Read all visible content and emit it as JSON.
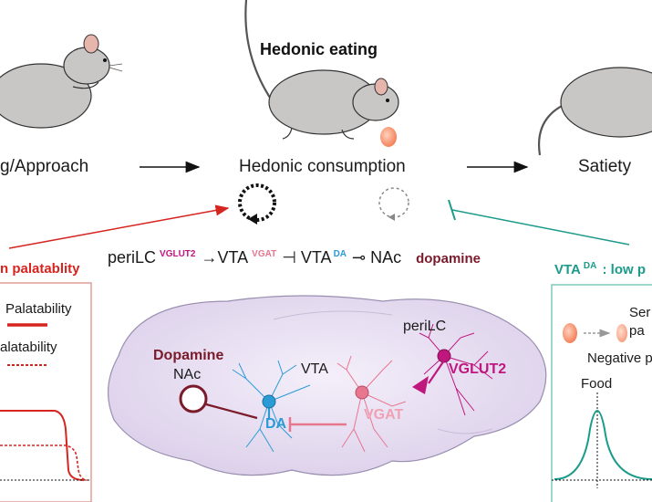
{
  "stages": {
    "approach": "g/Approach",
    "hedonic": "Hedonic consumption",
    "satiety": "Satiety"
  },
  "title": "Hedonic eating",
  "left_panel": {
    "title": "n palatablity",
    "legend_high": "Palatability",
    "legend_low": "alatability"
  },
  "right_panel": {
    "title": "VTA",
    "title_sup": "DA",
    "title_suffix": ": low p",
    "line1": "Ser",
    "line2": "pa",
    "line3": "Negative p",
    "food": "Food"
  },
  "pathway": {
    "part1": "periLC",
    "sup1": "VGLUT2",
    "part2": "→VTA",
    "sup2": "VGAT",
    "part3": "⊣ VTA",
    "sup3": "DA",
    "part4": "⊸ NAc",
    "dopamine": "dopamine"
  },
  "brain": {
    "dopamine": "Dopamine",
    "nac": "NAc",
    "vta": "VTA",
    "perilc": "periLC",
    "da": "DA",
    "vgat": "VGAT",
    "vglut2": "VGLUT2"
  },
  "colors": {
    "red": "#d6241f",
    "teal": "#1b9b8a",
    "magenta": "#c0177f",
    "pink": "#e8768f",
    "blue": "#2b9bd6",
    "maroon": "#7a1a2a",
    "brain": "#ebe3f2",
    "mouse": "#c9c7c6"
  }
}
